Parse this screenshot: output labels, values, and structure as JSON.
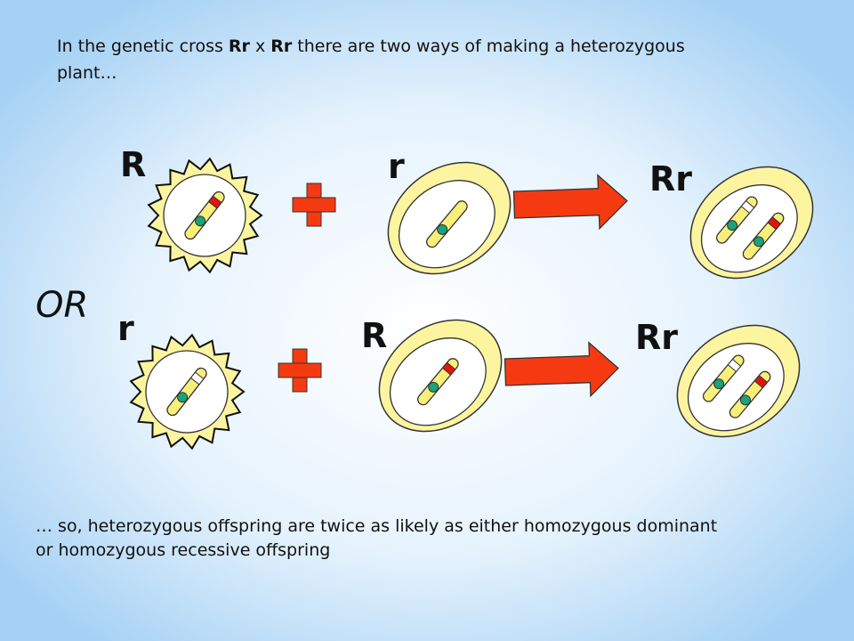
{
  "intro": {
    "line1_a": "In the genetic cross ",
    "line1_b": "Rr",
    "line1_c": " x ",
    "line1_d": "Rr",
    "line1_e": " there are two ways of making a heterozygous",
    "line2": "plant…"
  },
  "row1": {
    "pollen_label": "R",
    "egg_label": "r",
    "offspring_label": "Rr"
  },
  "or_label": "OR",
  "row2": {
    "pollen_label": "r",
    "egg_label": "R",
    "offspring_label": "Rr"
  },
  "conclusion": {
    "line1": "… so, heterozygous offspring are twice as likely as either homozygous dominant",
    "line2": "or homozygous recessive offspring"
  },
  "colors": {
    "dominant_allele": "#e8120c",
    "recessive_allele": "#ffffff",
    "chromosome": "#f7ef7a",
    "centromere": "#1aa37a",
    "arrow": "#f53a12",
    "cell": "#fdf4a0"
  }
}
